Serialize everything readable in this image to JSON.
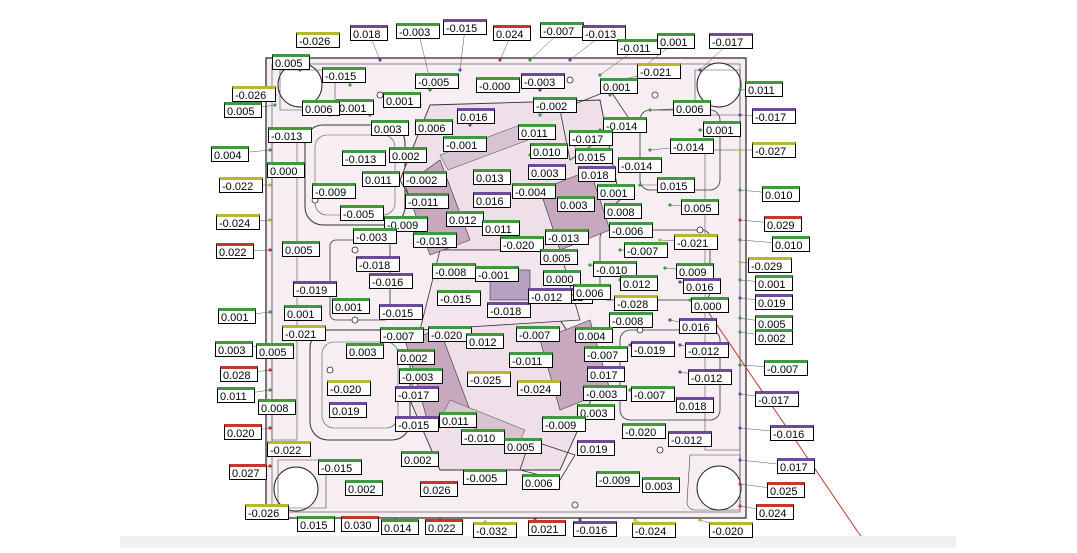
{
  "labels": [
    {
      "t": "-0.026",
      "a": "#b7b732"
    },
    {
      "t": "0.018",
      "a": "#6d4a9a"
    },
    {
      "t": "-0.003",
      "a": "#3f9a3f"
    },
    {
      "t": "-0.015",
      "a": "#6d4a9a"
    },
    {
      "t": "0.024",
      "a": "#c0392b"
    },
    {
      "t": "-0.007",
      "a": "#3f9a3f"
    },
    {
      "t": "-0.013",
      "a": "#6d4a9a"
    },
    {
      "t": "-0.011",
      "a": "#3f9a3f"
    },
    {
      "t": "0.001",
      "a": "#3f9a3f"
    },
    {
      "t": "-0.017",
      "a": "#6d4a9a"
    },
    {
      "t": "0.005",
      "a": "#3f9a3f"
    },
    {
      "t": "-0.015",
      "a": "#3f9a3f"
    },
    {
      "t": "-0.005",
      "a": "#3f9a3f"
    },
    {
      "t": "-0.000",
      "a": "#3f9a3f"
    },
    {
      "t": "-0.003",
      "a": "#6d4a9a"
    },
    {
      "t": "0.001",
      "a": "#3f9a3f"
    },
    {
      "t": "-0.021",
      "a": "#b7b732"
    },
    {
      "t": "-0.026",
      "a": "#b7b732"
    },
    {
      "t": "0.005",
      "a": "#3f9a3f"
    },
    {
      "t": "0.006",
      "a": "#3f9a3f"
    },
    {
      "t": "0.001",
      "a": "#3f9a3f"
    },
    {
      "t": "0.001",
      "a": "#3f9a3f"
    },
    {
      "t": "-0.002",
      "a": "#3f9a3f"
    },
    {
      "t": "0.006",
      "a": "#3f9a3f"
    },
    {
      "t": "0.011",
      "a": "#3f9a3f"
    },
    {
      "t": "-0.017",
      "a": "#6d4a9a"
    },
    {
      "t": "-0.013",
      "a": "#3f9a3f"
    },
    {
      "t": "0.003",
      "a": "#3f9a3f"
    },
    {
      "t": "0.006",
      "a": "#3f9a3f"
    },
    {
      "t": "0.016",
      "a": "#6d4a9a"
    },
    {
      "t": "0.011",
      "a": "#3f9a3f"
    },
    {
      "t": "-0.014",
      "a": "#3f9a3f"
    },
    {
      "t": "0.001",
      "a": "#3f9a3f"
    },
    {
      "t": "-0.017",
      "a": "#3f9a3f"
    },
    {
      "t": "0.004",
      "a": "#3f9a3f"
    },
    {
      "t": "-0.013",
      "a": "#3f9a3f"
    },
    {
      "t": "0.002",
      "a": "#3f9a3f"
    },
    {
      "t": "-0.001",
      "a": "#3f9a3f"
    },
    {
      "t": "0.010",
      "a": "#3f9a3f"
    },
    {
      "t": "0.015",
      "a": "#3f9a3f"
    },
    {
      "t": "-0.014",
      "a": "#3f9a3f"
    },
    {
      "t": "-0.027",
      "a": "#b7b732"
    },
    {
      "t": "0.000",
      "a": "#3f9a3f"
    },
    {
      "t": "-0.022",
      "a": "#b7b732"
    },
    {
      "t": "-0.009",
      "a": "#3f9a3f"
    },
    {
      "t": "0.011",
      "a": "#3f9a3f"
    },
    {
      "t": "-0.002",
      "a": "#3f9a3f"
    },
    {
      "t": "0.013",
      "a": "#3f9a3f"
    },
    {
      "t": "-0.004",
      "a": "#3f9a3f"
    },
    {
      "t": "0.003",
      "a": "#6d4a9a"
    },
    {
      "t": "0.018",
      "a": "#6d4a9a"
    },
    {
      "t": "-0.014",
      "a": "#3f9a3f"
    },
    {
      "t": "0.015",
      "a": "#3f9a3f"
    },
    {
      "t": "0.001",
      "a": "#3f9a3f"
    },
    {
      "t": "0.010",
      "a": "#3f9a3f"
    },
    {
      "t": "-0.011",
      "a": "#3f9a3f"
    },
    {
      "t": "0.016",
      "a": "#6d4a9a"
    },
    {
      "t": "0.003",
      "a": "#3f9a3f"
    },
    {
      "t": "0.008",
      "a": "#3f9a3f"
    },
    {
      "t": "0.005",
      "a": "#3f9a3f"
    },
    {
      "t": "-0.005",
      "a": "#3f9a3f"
    },
    {
      "t": "-0.024",
      "a": "#b7b732"
    },
    {
      "t": "-0.009",
      "a": "#3f9a3f"
    },
    {
      "t": "0.012",
      "a": "#3f9a3f"
    },
    {
      "t": "0.011",
      "a": "#3f9a3f"
    },
    {
      "t": "-0.006",
      "a": "#3f9a3f"
    },
    {
      "t": "0.029",
      "a": "#c0392b"
    },
    {
      "t": "-0.003",
      "a": "#3f9a3f"
    },
    {
      "t": "-0.013",
      "a": "#3f9a3f"
    },
    {
      "t": "-0.020",
      "a": "#3f9a3f"
    },
    {
      "t": "-0.013",
      "a": "#3f9a3f"
    },
    {
      "t": "-0.021",
      "a": "#b7b732"
    },
    {
      "t": "0.010",
      "a": "#3f9a3f"
    },
    {
      "t": "0.005",
      "a": "#3f9a3f"
    },
    {
      "t": "-0.007",
      "a": "#3f9a3f"
    },
    {
      "t": "0.022",
      "a": "#c0392b"
    },
    {
      "t": "0.005",
      "a": "#3f9a3f"
    },
    {
      "t": "-0.010",
      "a": "#3f9a3f"
    },
    {
      "t": "-0.018",
      "a": "#6d4a9a"
    },
    {
      "t": "-0.008",
      "a": "#3f9a3f"
    },
    {
      "t": "-0.001",
      "a": "#3f9a3f"
    },
    {
      "t": "0.000",
      "a": "#3f9a3f"
    },
    {
      "t": "0.009",
      "a": "#3f9a3f"
    },
    {
      "t": "-0.029",
      "a": "#b7b732"
    },
    {
      "t": "-0.012",
      "a": "#6d4a9a"
    },
    {
      "t": "-0.016",
      "a": "#6d4a9a"
    },
    {
      "t": "0.012",
      "a": "#3f9a3f"
    },
    {
      "t": "0.001",
      "a": "#3f9a3f"
    },
    {
      "t": "0.016",
      "a": "#6d4a9a"
    },
    {
      "t": "-0.019",
      "a": "#6d4a9a"
    },
    {
      "t": "-0.015",
      "a": "#3f9a3f"
    },
    {
      "t": "-0.018",
      "a": "#6d4a9a"
    },
    {
      "t": "-0.012",
      "a": "#6d4a9a"
    },
    {
      "t": "0.006",
      "a": "#3f9a3f"
    },
    {
      "t": "0.001",
      "a": "#3f9a3f"
    },
    {
      "t": "0.019",
      "a": "#6d4a9a"
    },
    {
      "t": "-0.028",
      "a": "#b7b732"
    },
    {
      "t": "0.001",
      "a": "#3f9a3f"
    },
    {
      "t": "0.001",
      "a": "#3f9a3f"
    },
    {
      "t": "-0.015",
      "a": "#6d4a9a"
    },
    {
      "t": "0.000",
      "a": "#3f9a3f"
    },
    {
      "t": "-0.008",
      "a": "#3f9a3f"
    },
    {
      "t": "0.016",
      "a": "#6d4a9a"
    },
    {
      "t": "0.005",
      "a": "#3f9a3f"
    },
    {
      "t": "-0.021",
      "a": "#b7b732"
    },
    {
      "t": "-0.007",
      "a": "#3f9a3f"
    },
    {
      "t": "-0.020",
      "a": "#3f9a3f"
    },
    {
      "t": "-0.007",
      "a": "#3f9a3f"
    },
    {
      "t": "0.004",
      "a": "#3f9a3f"
    },
    {
      "t": "0.003",
      "a": "#3f9a3f"
    },
    {
      "t": "0.005",
      "a": "#3f9a3f"
    },
    {
      "t": "0.012",
      "a": "#3f9a3f"
    },
    {
      "t": "-0.019",
      "a": "#6d4a9a"
    },
    {
      "t": "0.003",
      "a": "#3f9a3f"
    },
    {
      "t": "0.002",
      "a": "#3f9a3f"
    },
    {
      "t": "-0.012",
      "a": "#6d4a9a"
    },
    {
      "t": "0.002",
      "a": "#3f9a3f"
    },
    {
      "t": "-0.007",
      "a": "#3f9a3f"
    },
    {
      "t": "-0.011",
      "a": "#3f9a3f"
    },
    {
      "t": "0.028",
      "a": "#c0392b"
    },
    {
      "t": "-0.020",
      "a": "#b7b732"
    },
    {
      "t": "-0.003",
      "a": "#3f9a3f"
    },
    {
      "t": "-0.025",
      "a": "#b7b732"
    },
    {
      "t": "-0.024",
      "a": "#b7b732"
    },
    {
      "t": "0.017",
      "a": "#6d4a9a"
    },
    {
      "t": "-0.012",
      "a": "#6d4a9a"
    },
    {
      "t": "-0.007",
      "a": "#3f9a3f"
    },
    {
      "t": "0.011",
      "a": "#3f9a3f"
    },
    {
      "t": "0.008",
      "a": "#3f9a3f"
    },
    {
      "t": "0.019",
      "a": "#6d4a9a"
    },
    {
      "t": "-0.017",
      "a": "#6d4a9a"
    },
    {
      "t": "-0.003",
      "a": "#3f9a3f"
    },
    {
      "t": "-0.007",
      "a": "#3f9a3f"
    },
    {
      "t": "0.018",
      "a": "#6d4a9a"
    },
    {
      "t": "-0.017",
      "a": "#6d4a9a"
    },
    {
      "t": "0.003",
      "a": "#3f9a3f"
    },
    {
      "t": "-0.015",
      "a": "#6d4a9a"
    },
    {
      "t": "0.011",
      "a": "#3f9a3f"
    },
    {
      "t": "-0.009",
      "a": "#3f9a3f"
    },
    {
      "t": "-0.020",
      "a": "#3f9a3f"
    },
    {
      "t": "-0.010",
      "a": "#3f9a3f"
    },
    {
      "t": "-0.012",
      "a": "#6d4a9a"
    },
    {
      "t": "-0.016",
      "a": "#6d4a9a"
    },
    {
      "t": "0.020",
      "a": "#c0392b"
    },
    {
      "t": "0.005",
      "a": "#3f9a3f"
    },
    {
      "t": "0.019",
      "a": "#6d4a9a"
    },
    {
      "t": "-0.022",
      "a": "#b7b732"
    },
    {
      "t": "0.002",
      "a": "#3f9a3f"
    },
    {
      "t": "-0.015",
      "a": "#3f9a3f"
    },
    {
      "t": "0.017",
      "a": "#6d4a9a"
    },
    {
      "t": "0.027",
      "a": "#c0392b"
    },
    {
      "t": "-0.005",
      "a": "#3f9a3f"
    },
    {
      "t": "0.006",
      "a": "#3f9a3f"
    },
    {
      "t": "-0.009",
      "a": "#3f9a3f"
    },
    {
      "t": "0.003",
      "a": "#3f9a3f"
    },
    {
      "t": "0.026",
      "a": "#c0392b"
    },
    {
      "t": "0.002",
      "a": "#3f9a3f"
    },
    {
      "t": "0.025",
      "a": "#c0392b"
    },
    {
      "t": "-0.026",
      "a": "#b7b732"
    },
    {
      "t": "0.024",
      "a": "#c0392b"
    },
    {
      "t": "0.015",
      "a": "#3f9a3f"
    },
    {
      "t": "0.030",
      "a": "#c0392b"
    },
    {
      "t": "0.014",
      "a": "#3f9a3f"
    },
    {
      "t": "0.022",
      "a": "#c0392b"
    },
    {
      "t": "-0.032",
      "a": "#b7b732"
    },
    {
      "t": "0.021",
      "a": "#c0392b"
    },
    {
      "t": "-0.016",
      "a": "#6d4a9a"
    },
    {
      "t": "-0.024",
      "a": "#b7b732"
    },
    {
      "t": "-0.020",
      "a": "#b7b732"
    }
  ]
}
